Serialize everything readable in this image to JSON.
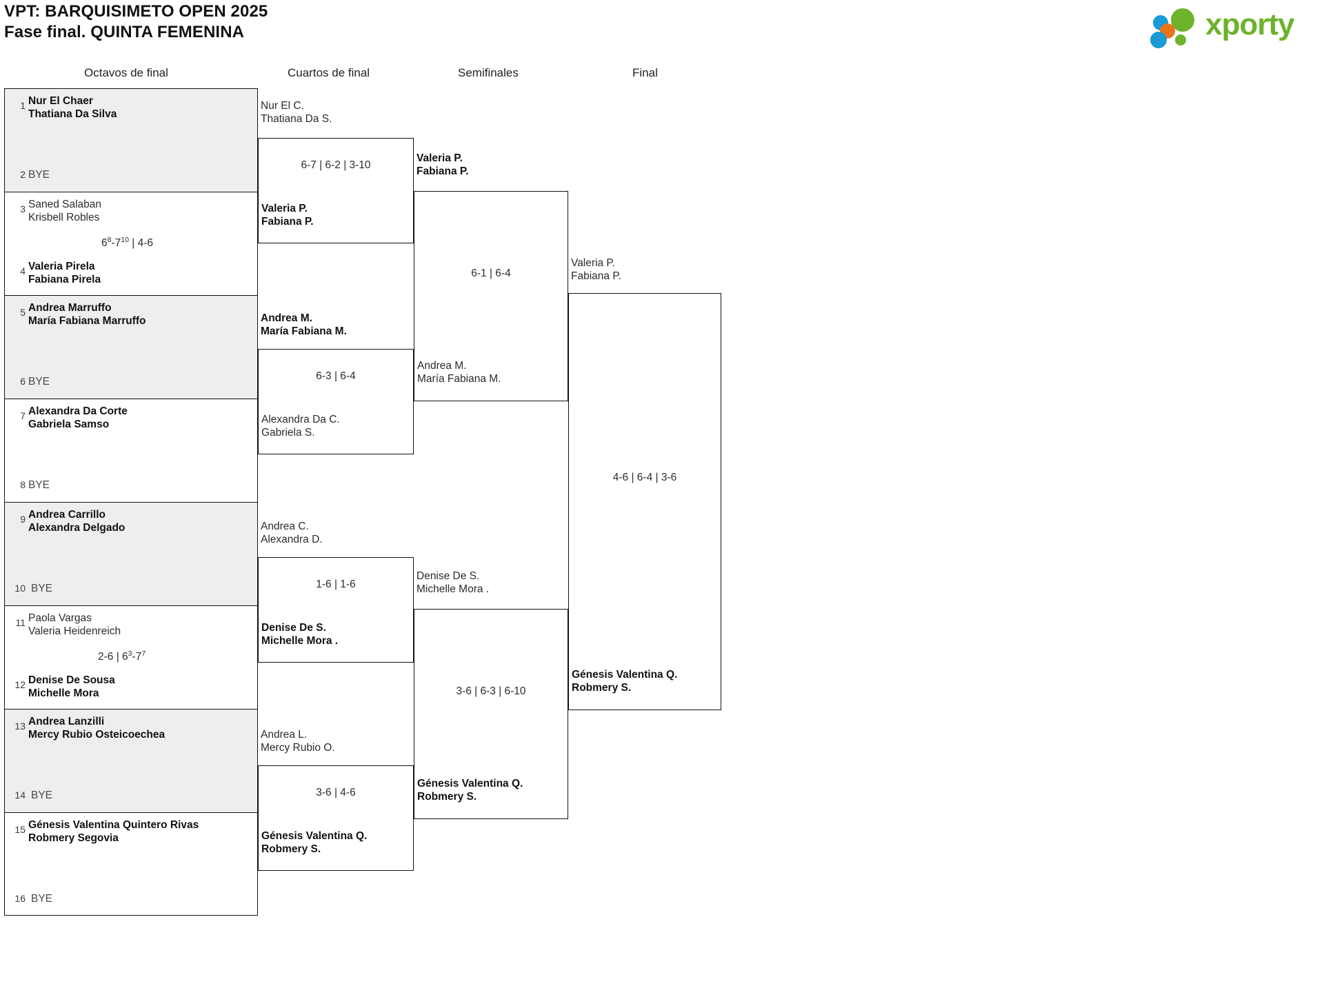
{
  "header": {
    "title_line1": "VPT: BARQUISIMETO OPEN 2025",
    "title_line2": "Fase final. QUINTA FEMENINA",
    "logo_text": "xporty",
    "logo_colors": {
      "blue": "#1a9ad7",
      "orange": "#e8751a",
      "green": "#6db32b"
    }
  },
  "rounds": [
    {
      "key": "r16",
      "label": "Octavos de final"
    },
    {
      "key": "qf",
      "label": "Cuartos de final"
    },
    {
      "key": "sf",
      "label": "Semifinales"
    },
    {
      "key": "final",
      "label": "Final"
    }
  ],
  "bye_label": "BYE",
  "round16": [
    {
      "seed_top": "1",
      "top": [
        "Nur El Chaer",
        "Thatiana Da Silva"
      ],
      "top_winner": true,
      "seed_bot": "2",
      "bot_bye": true,
      "score": "",
      "shaded": true
    },
    {
      "seed_top": "3",
      "top": [
        "Saned Salaban",
        "Krisbell Robles"
      ],
      "top_winner": false,
      "seed_bot": "4",
      "bot": [
        "Valeria Pirela",
        "Fabiana Pirela"
      ],
      "bot_winner": true,
      "score_html": "6<sup>8</sup>-7<sup>10</sup> | 4-6",
      "score": "68-710 | 4-6",
      "shaded": false
    },
    {
      "seed_top": "5",
      "top": [
        "Andrea Marruffo",
        "María Fabiana Marruffo"
      ],
      "top_winner": true,
      "seed_bot": "6",
      "bot_bye": true,
      "score": "",
      "shaded": true
    },
    {
      "seed_top": "7",
      "top": [
        "Alexandra Da Corte",
        "Gabriela Samso"
      ],
      "top_winner": true,
      "seed_bot": "8",
      "bot_bye": true,
      "score": "",
      "shaded": false
    },
    {
      "seed_top": "9",
      "top": [
        "Andrea Carrillo",
        "Alexandra Delgado"
      ],
      "top_winner": true,
      "seed_bot": "10",
      "bot_bye": true,
      "score": "",
      "shaded": true
    },
    {
      "seed_top": "11",
      "top": [
        "Paola Vargas",
        "Valeria Heidenreich"
      ],
      "top_winner": false,
      "seed_bot": "12",
      "bot": [
        "Denise De Sousa",
        "Michelle Mora"
      ],
      "bot_winner": true,
      "score_html": "2-6 | 6<sup>3</sup>-7<sup>7</sup>",
      "score": "2-6 | 63-77",
      "shaded": false
    },
    {
      "seed_top": "13",
      "top": [
        "Andrea Lanzilli",
        "Mercy Rubio Osteicoechea"
      ],
      "top_winner": true,
      "seed_bot": "14",
      "bot_bye": true,
      "score": "",
      "shaded": true
    },
    {
      "seed_top": "15",
      "top": [
        "Génesis Valentina Quintero Rivas",
        "Robmery Segovia"
      ],
      "top_winner": true,
      "seed_bot": "16",
      "bot_bye": true,
      "score": "",
      "shaded": false
    }
  ],
  "quarters": [
    {
      "top": [
        "Nur El C.",
        "Thatiana Da S."
      ],
      "top_winner": false,
      "bot": [
        "Valeria P.",
        "Fabiana P."
      ],
      "bot_winner": true,
      "score": "6-7 | 6-2 | 3-10"
    },
    {
      "top": [
        "Andrea M.",
        "María Fabiana M."
      ],
      "top_winner": true,
      "bot": [
        "Alexandra Da C.",
        "Gabriela S."
      ],
      "bot_winner": false,
      "score": "6-3 | 6-4"
    },
    {
      "top": [
        "Andrea C.",
        "Alexandra D."
      ],
      "top_winner": false,
      "bot": [
        "Denise De S.",
        "Michelle Mora ."
      ],
      "bot_winner": true,
      "score": "1-6 | 1-6"
    },
    {
      "top": [
        "Andrea L.",
        "Mercy Rubio O."
      ],
      "top_winner": false,
      "bot": [
        "Génesis Valentina Q.",
        "Robmery S."
      ],
      "bot_winner": true,
      "score": "3-6 | 4-6"
    }
  ],
  "semifinals": [
    {
      "top": [
        "Valeria P.",
        "Fabiana P."
      ],
      "top_winner": true,
      "bot": [
        "Andrea M.",
        "María Fabiana M."
      ],
      "bot_winner": false,
      "score": "6-1 | 6-4"
    },
    {
      "top": [
        "Denise De S.",
        "Michelle Mora ."
      ],
      "top_winner": false,
      "bot": [
        "Génesis Valentina Q.",
        "Robmery S."
      ],
      "bot_winner": true,
      "score": "3-6 | 6-3 | 6-10"
    }
  ],
  "final": {
    "top": [
      "Valeria P.",
      "Fabiana P."
    ],
    "top_winner": false,
    "bot": [
      "Génesis Valentina Q.",
      "Robmery S."
    ],
    "bot_winner": true,
    "score": "4-6 | 6-4 | 3-6"
  }
}
